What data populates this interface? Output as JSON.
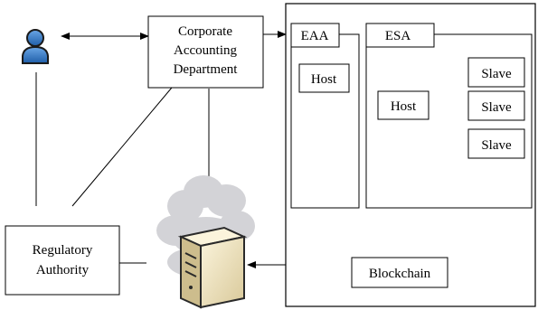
{
  "nodes": {
    "corporate": {
      "lines": [
        "Corporate",
        "Accounting",
        "Department"
      ]
    },
    "regulatory": {
      "lines": [
        "Regulatory",
        "Authority"
      ]
    },
    "eaa": {
      "label": "EAA"
    },
    "esa": {
      "label": "ESA"
    },
    "eaa_host": {
      "label": "Host"
    },
    "esa_host": {
      "label": "Host"
    },
    "slaves": [
      {
        "label": "Slave"
      },
      {
        "label": "Slave"
      },
      {
        "label": "Slave"
      }
    ],
    "blockchain": {
      "label": "Blockchain"
    }
  },
  "icons": {
    "user": "user-icon",
    "server": "server-icon",
    "cloud": "cloud-icon"
  },
  "colors": {
    "user_blue": "#2f6fb8",
    "user_outline": "#1a1a1a",
    "cloud_grey": "#c9c9cc",
    "server_beige": "#efe3bf",
    "server_dark": "#2a2a2a"
  }
}
